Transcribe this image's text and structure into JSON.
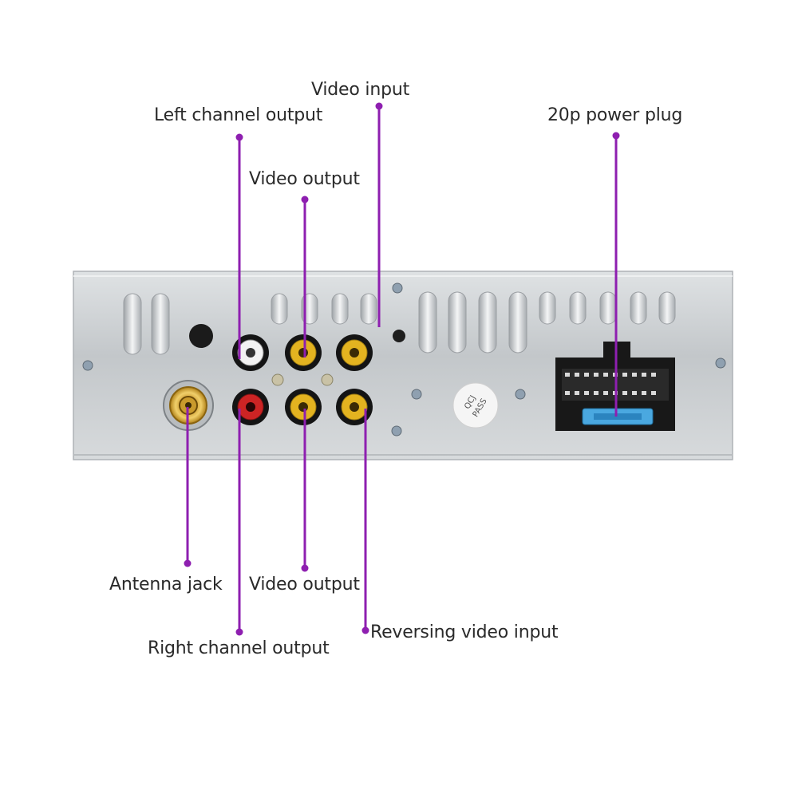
{
  "labels": {
    "video_input": "Video input",
    "left_channel_output": "Left channel output",
    "video_output_top": "Video output",
    "power_plug": "20p power plug",
    "antenna_jack": "Antenna jack",
    "video_output_bottom": "Video output",
    "right_channel_output": "Right channel output",
    "reversing_video_input": "Reversing video input"
  },
  "device": {
    "certification_text_1": "QCJ",
    "certification_text_2": "PASS"
  },
  "colors": {
    "leader_line": "#8e1fb0",
    "panel": "#c7cacd",
    "rca_yellow": "#e3b320",
    "rca_red": "#cc2424",
    "rca_white": "#f2f2f2",
    "fuse_blue": "#4aa8e0"
  }
}
